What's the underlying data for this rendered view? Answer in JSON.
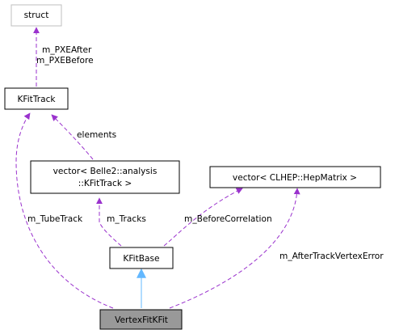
{
  "diagram": {
    "nodes": {
      "struct": {
        "label_lines": [
          "struct"
        ],
        "style": "external"
      },
      "kfittrack": {
        "label_lines": [
          "KFitTrack"
        ],
        "style": "normal"
      },
      "vector_kfittrack": {
        "label_lines": [
          "vector< Belle2::analysis",
          "::KFitTrack >"
        ],
        "style": "normal"
      },
      "vector_hepmatrix": {
        "label_lines": [
          "vector< CLHEP::HepMatrix >"
        ],
        "style": "normal"
      },
      "kfitbase": {
        "label_lines": [
          "KFitBase"
        ],
        "style": "normal"
      },
      "vertexfitkfit": {
        "label_lines": [
          "VertexFitKFit"
        ],
        "style": "highlighted"
      }
    },
    "edges": [
      {
        "id": "struct-to-kfittrack",
        "kind": "usage",
        "label_lines": [
          "m_PXEAfter",
          "m_PXEBefore"
        ]
      },
      {
        "id": "kfittrack-to-vector",
        "kind": "usage",
        "label_lines": [
          "elements"
        ]
      },
      {
        "id": "vector-to-kfitbase",
        "kind": "usage",
        "label_lines": [
          "m_Tracks"
        ]
      },
      {
        "id": "hepmatrix-to-kfitbase",
        "kind": "usage",
        "label_lines": [
          "m_BeforeCorrelation"
        ]
      },
      {
        "id": "kfittrack-to-vertexfit",
        "kind": "usage",
        "label_lines": [
          "m_TubeTrack"
        ]
      },
      {
        "id": "hepmatrix-to-vertexfit",
        "kind": "usage",
        "label_lines": [
          "m_AfterTrackVertexError"
        ]
      },
      {
        "id": "kfitbase-to-vertexfit",
        "kind": "inheritance",
        "label_lines": []
      }
    ],
    "colors": {
      "usage_edge": "#9a32cd",
      "inheritance_edge": "#63b8ff",
      "node_border": "#000000",
      "external_border": "#bfbfbf",
      "highlight_fill": "#999999",
      "node_fill": "#ffffff"
    }
  }
}
